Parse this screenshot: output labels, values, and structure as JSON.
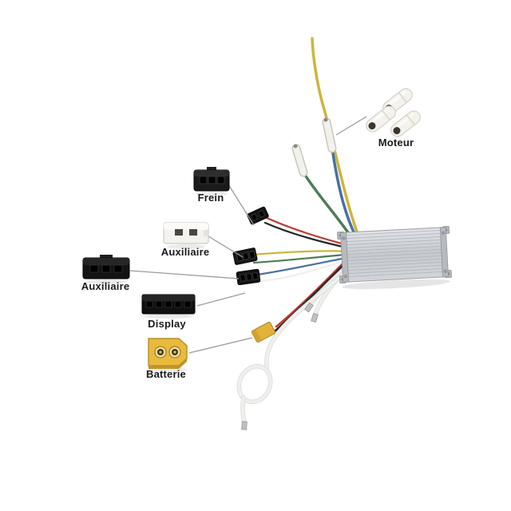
{
  "page": {
    "background": "#ffffff",
    "description_label": ""
  },
  "diagram": {
    "labels": {
      "moteur": "Moteur",
      "frein": "Frein",
      "auxiliaire_white": "Auxiliaire",
      "auxiliaire_black": "Auxiliaire",
      "display": "Display",
      "batterie": "Batterie"
    },
    "colors": {
      "wire_yellow": "#cdb53e",
      "wire_blue": "#4a6fa5",
      "wire_green": "#4c7d55",
      "wire_red": "#bf3b30",
      "wire_black": "#262626",
      "wire_white": "#efefed",
      "connector_black": "#161616",
      "connector_white": "#f3f2ee",
      "xt60_yellow": "#e8ba3e",
      "controller_silver": "#c9cdd2",
      "callout_line": "#9b9b9b",
      "label_text": "#1a1a1a"
    }
  }
}
